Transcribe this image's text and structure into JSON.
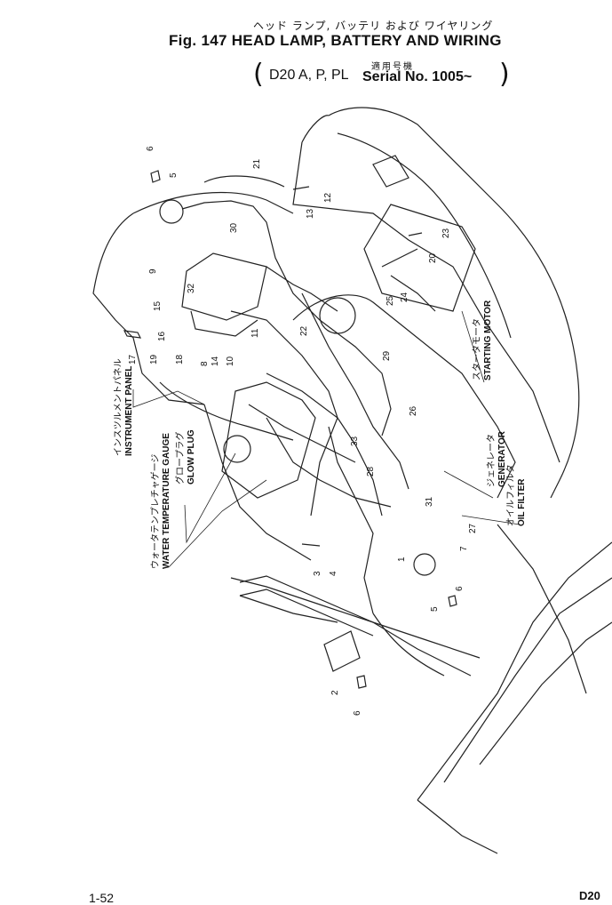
{
  "header": {
    "title_jp": "ヘッド ランプ, バッテリ および ワイヤリング",
    "title": "Fig. 147 HEAD LAMP, BATTERY AND WIRING",
    "paren_open": "(",
    "paren_close": ")",
    "model": "D20 A, P, PL",
    "serial_jp": "適用号機",
    "serial": "Serial No. 1005~"
  },
  "footer": {
    "page_number": "1-52",
    "model_code": "D20"
  },
  "labels": {
    "instrument_panel": "INSTRUMENT PANEL",
    "instrument_panel_jp": "インスツルメントパネル",
    "glow_plug": "GLOW PLUG",
    "glow_plug_jp": "グロープラグ",
    "water_temperature_gauge": "WATER TEMPERATURE GAUGE",
    "water_temperature_gauge_jp": "ウォータテンプレチャゲージ",
    "starting_motor": "STARTING MOTOR",
    "starting_motor_jp": "スタータモータ",
    "generator": "GENERATOR",
    "generator_jp": "ジェネレータ",
    "oil_filter": "OIL FILTER",
    "oil_filter_jp": "オイルフィルタ"
  },
  "callouts": [
    "6",
    "5",
    "21",
    "30",
    "9",
    "32",
    "15",
    "16",
    "17",
    "19",
    "18",
    "8",
    "14",
    "10",
    "11",
    "22",
    "13",
    "12",
    "23",
    "20",
    "25",
    "24",
    "29",
    "26",
    "33",
    "28",
    "31",
    "27",
    "7",
    "1",
    "3",
    "4",
    "6",
    "5",
    "2",
    "6"
  ]
}
